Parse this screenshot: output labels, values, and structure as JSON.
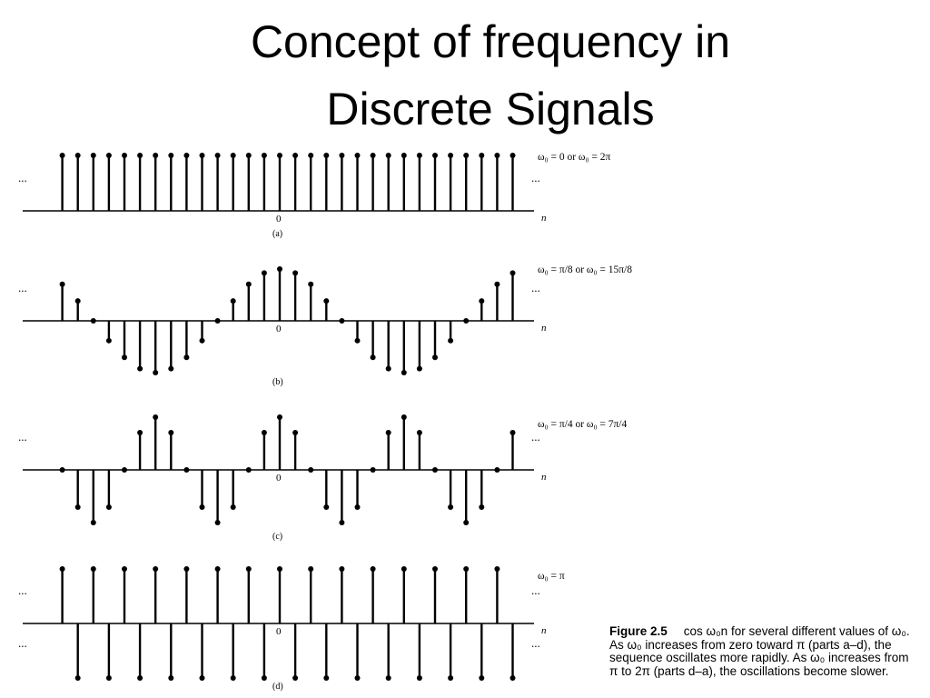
{
  "title": {
    "line1": "Concept of frequency in",
    "line2": "Discrete Signals"
  },
  "common": {
    "ellipsis": "...",
    "origin_label": "0",
    "axis_var": "n"
  },
  "panels": [
    {
      "id": "a",
      "label": "(a)",
      "omega_label": "ω₀ = 0 or ω₀ = 2π",
      "omega": 0
    },
    {
      "id": "b",
      "label": "(b)",
      "omega_label": "ω₀ = π/8 or ω₀ = 15π/8",
      "omega": 0.125
    },
    {
      "id": "c",
      "label": "(c)",
      "omega_label": "ω₀ = π/4 or ω₀ = 7π/4",
      "omega": 0.25
    },
    {
      "id": "d",
      "label": "(d)",
      "omega_label": "ω₀ = π",
      "omega": 1
    }
  ],
  "caption": {
    "label": "Figure 2.5",
    "text": "cos ω₀n for several different values of ω₀. As ω₀ increases from zero toward π (parts a–d), the sequence oscillates more rapidly. As ω₀ increases from π to 2π (parts d–a), the oscillations become slower."
  },
  "colors": {
    "ink": "#000000",
    "background": "#ffffff"
  }
}
